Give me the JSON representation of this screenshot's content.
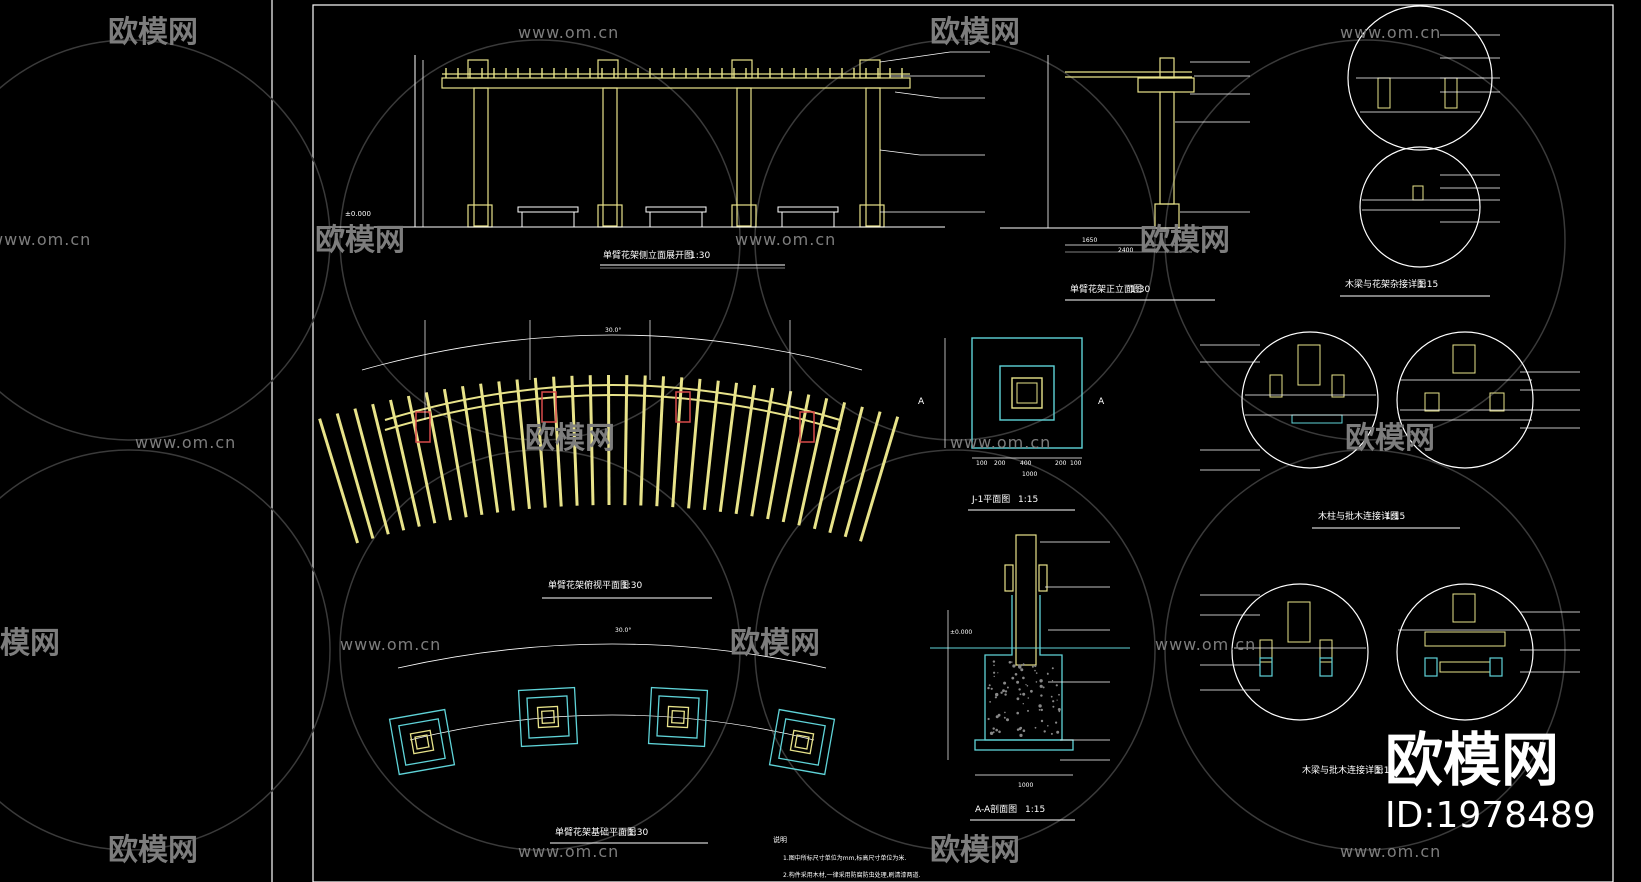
{
  "watermark": {
    "site": "www.om.cn",
    "brand": "欧模网",
    "big_brand": "欧模网",
    "id_label": "ID:1978489"
  },
  "drawings": {
    "front_elevation": {
      "title": "单臂花架侧立面展开图",
      "scale": "1:30",
      "level": "±0.000"
    },
    "side_elevation": {
      "title": "单臂花架正立面图",
      "scale": "1:30",
      "dims": [
        "1650",
        "2400"
      ]
    },
    "joint_detail_1": {
      "title": "木梁与花架杂接详图",
      "scale": "1:15"
    },
    "top_plan": {
      "title": "单臂花架俯视平面图",
      "scale": "1:30",
      "angle": "30.0°"
    },
    "footing_plan": {
      "title": "J-1平面图",
      "scale": "1:15",
      "section_mark": "A",
      "dims": [
        "100",
        "200",
        "400",
        "200",
        "100"
      ],
      "total": "1000"
    },
    "joint_detail_2": {
      "title": "木柱与批木连接详图",
      "scale": "1:15"
    },
    "foundation_plan": {
      "title": "单臂花架基础平面图",
      "scale": "1:30",
      "angle": "30.0°"
    },
    "section_aa": {
      "title": "A-A剖面图",
      "scale": "1:15",
      "level": "±0.000",
      "total": "1000"
    },
    "joint_detail_3": {
      "title": "木梁与批木连接详图",
      "scale": "1:15"
    },
    "notes": {
      "heading": "说明",
      "items": [
        "1.图中所标尺寸单位为mm,标高尺寸单位为米.",
        "2.构件采用木材,一律采用防腐防虫处理,刷清漆两道."
      ]
    }
  },
  "colors": {
    "background": "#000000",
    "frame": "#ffffff",
    "wood": "#e8e38a",
    "footing": "#5fd3d8",
    "text": "#ffffff",
    "watermark": "#8a8a8a"
  }
}
